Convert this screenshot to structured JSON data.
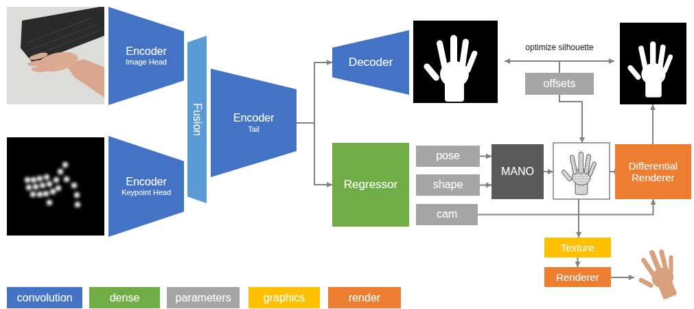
{
  "diagram": {
    "nodes": [
      {
        "text": [
          "Encoder",
          "Image Head"
        ]
      },
      {
        "text": [
          "Encoder",
          "Keypoint Head"
        ]
      },
      {
        "text": [
          "Fusion"
        ]
      },
      {
        "text": [
          "Encoder",
          "Tail"
        ]
      },
      {
        "text": [
          "Decoder"
        ]
      },
      {
        "text": [
          "offsets"
        ]
      },
      {
        "text": [
          "Regressor"
        ]
      },
      {
        "text": [
          "pose"
        ]
      },
      {
        "text": [
          "shape"
        ]
      },
      {
        "text": [
          "cam"
        ]
      },
      {
        "text": [
          "MANO"
        ]
      },
      {
        "text": [
          "Differential Renderer"
        ]
      },
      {
        "text": [
          "Texture"
        ]
      },
      {
        "text": [
          "Renderer"
        ]
      }
    ],
    "edges": [
      {
        "from": 3,
        "to": 4,
        "arrow": "to"
      },
      {
        "from": 3,
        "to": 6,
        "arrow": "to"
      },
      {
        "from": 7,
        "to": 10,
        "arrow": "to"
      },
      {
        "from": 8,
        "to": 10,
        "arrow": "to"
      },
      {
        "from": 9,
        "to": 11,
        "arrow": "to"
      },
      {
        "from": 12,
        "to": 13,
        "arrow": "to"
      }
    ],
    "labels": [
      "optimize silhouette"
    ],
    "legend": [
      {
        "text": "convolution",
        "color": "#4472C4"
      },
      {
        "text": "dense",
        "color": "#70AD47"
      },
      {
        "text": "parameters",
        "color": "#A5A5A5"
      },
      {
        "text": "graphics",
        "color": "#FFC000"
      },
      {
        "text": "render",
        "color": "#ED7D31"
      }
    ]
  }
}
